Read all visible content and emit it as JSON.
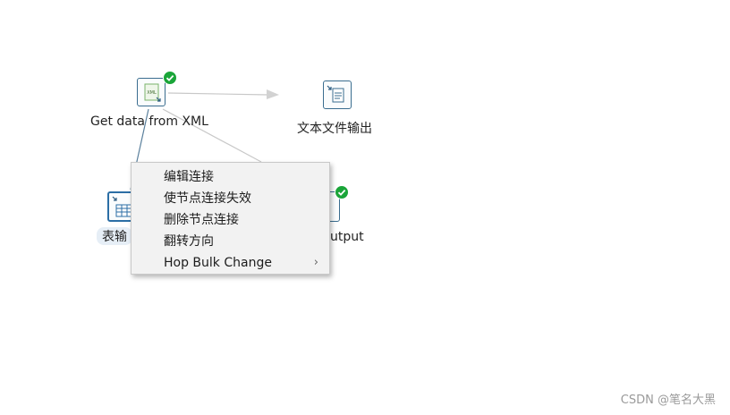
{
  "nodes": {
    "get_xml": {
      "label": "Get data from XML",
      "icon_text": "XML"
    },
    "text_output": {
      "label": "文本文件输出"
    },
    "table_output": {
      "label_visible": "表输"
    },
    "hidden_output": {
      "label_visible": "utput"
    }
  },
  "context_menu": {
    "items": [
      {
        "label": "编辑连接"
      },
      {
        "label": "使节点连接失效"
      },
      {
        "label": "删除节点连接"
      },
      {
        "label": "翻转方向"
      },
      {
        "label": "Hop Bulk Change",
        "submenu": "›"
      }
    ]
  },
  "watermark": "CSDN @笔名大黑",
  "colors": {
    "status_ok": "#1aa539",
    "hop_line": "#c8c8c8",
    "node_border": "#3a6d8f"
  }
}
